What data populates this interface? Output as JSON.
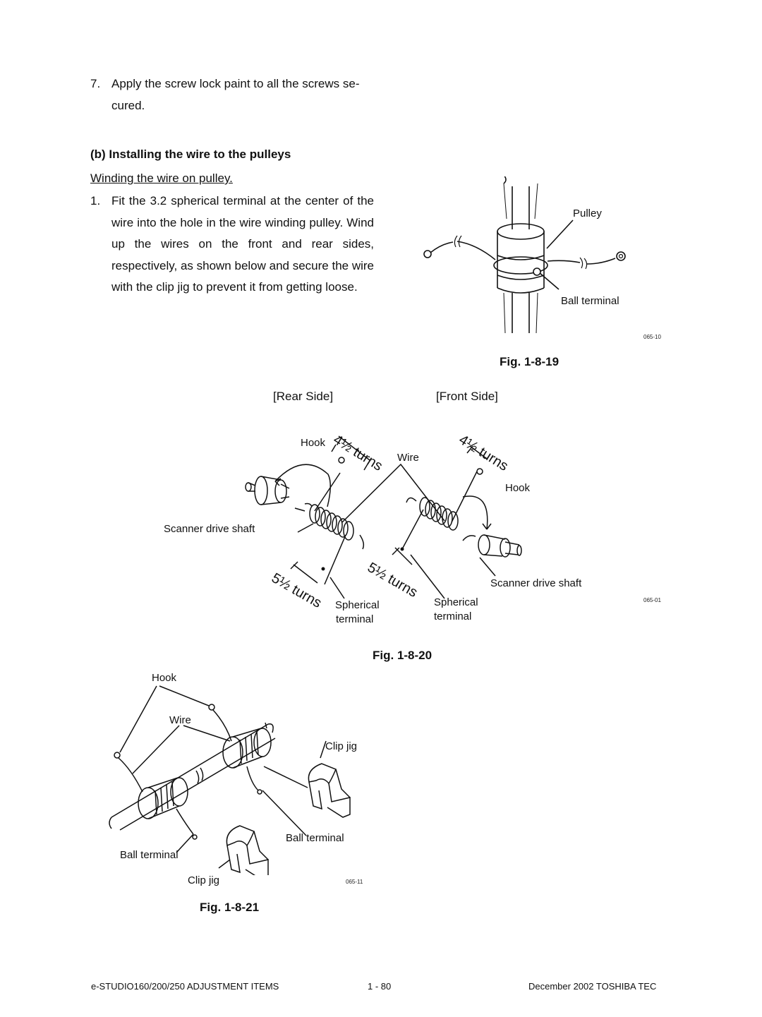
{
  "steps": {
    "step7": {
      "number": "7.",
      "text": "Apply the screw lock paint to all the screws se- cured."
    },
    "heading": "(b) Installing the wire to the pulleys",
    "subheading": "Winding the wire on pulley.",
    "step1": {
      "number": "1.",
      "text": "Fit the   3.2 spherical terminal at the center of the wire into the hole in the wire winding pulley. Wind up the wires on the front and rear sides, respectively, as shown below and secure the wire with the clip jig to prevent it from getting loose."
    }
  },
  "fig19": {
    "caption": "Fig. 1-8-19",
    "labels": {
      "pulley": "Pulley",
      "ball_terminal": "Ball terminal"
    },
    "code": "065-10"
  },
  "fig20": {
    "caption": "Fig. 1-8-20",
    "rear_side": "[Rear Side]",
    "front_side": "[Front Side]",
    "labels": {
      "hook_rear": "Hook",
      "hook_front": "Hook",
      "wire": "Wire",
      "scanner_shaft_rear": "Scanner drive shaft",
      "scanner_shaft_front": "Scanner drive shaft",
      "spherical_rear_1": "Spherical",
      "spherical_rear_2": "terminal",
      "spherical_front_1": "Spherical",
      "spherical_front_2": "terminal",
      "turns_rear_top": "4½ turns",
      "turns_front_top": "4½ turns",
      "turns_rear_bottom": "5½ turns",
      "turns_front_bottom": "5½ turns"
    },
    "code": "065-01"
  },
  "fig21": {
    "caption": "Fig. 1-8-21",
    "labels": {
      "hook": "Hook",
      "wire": "Wire",
      "clip_jig_top": "Clip jig",
      "clip_jig_bottom": "Clip jig",
      "ball_terminal_right": "Ball terminal",
      "ball_terminal_left": "Ball terminal"
    },
    "code": "065-11"
  },
  "footer": {
    "left": "e-STUDIO160/200/250 ADJUSTMENT ITEMS",
    "center": "1 - 80",
    "right": "December 2002 TOSHIBA TEC"
  }
}
